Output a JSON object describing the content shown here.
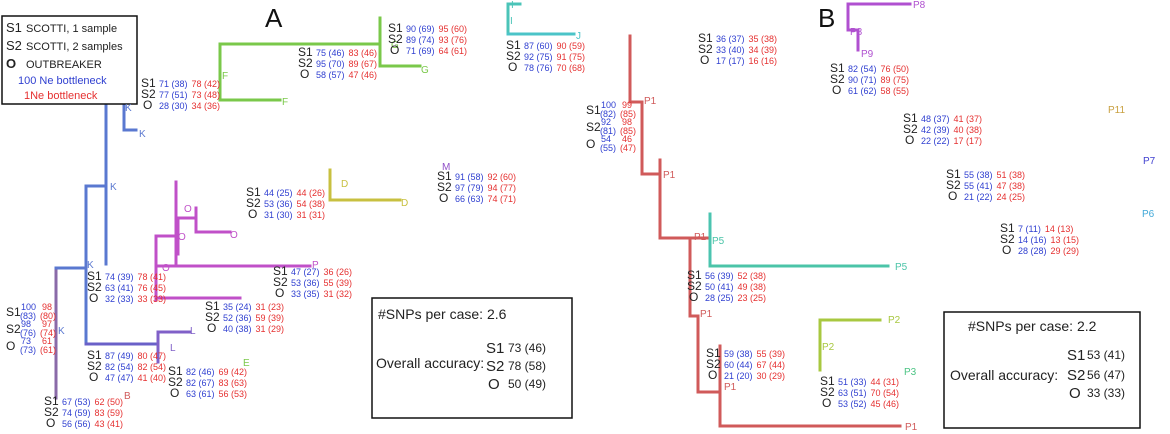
{
  "colors": {
    "blue_branch": "#4a73c8",
    "red_branch": "#d05a5a",
    "green": "#7ac84a",
    "teal": "#4bc4a8",
    "magenta": "#c050c8",
    "olive": "#c8c040",
    "purple": "#8050c0",
    "nums_blue": "#2f3fd0",
    "nums_red": "#e53030"
  },
  "legend": {
    "s1": {
      "key": "S1",
      "text": "SCOTTI, 1 sample"
    },
    "s2": {
      "key": "S2",
      "text": "SCOTTI, 2 samples"
    },
    "o": {
      "key": "O",
      "text": "OUTBREAKER"
    },
    "blue": "100 Ne bottleneck",
    "red": "1Ne bottleneck"
  },
  "panels": {
    "a": {
      "title": "A",
      "summary": {
        "snps": "#SNPs per case: 2.6",
        "overall": "Overall accuracy:",
        "rows": [
          {
            "key": "S1",
            "val": "73 (46)"
          },
          {
            "key": "S2",
            "val": "78 (58)"
          },
          {
            "key": "O",
            "val": "50 (49)"
          }
        ]
      },
      "nodes": {
        "I1": "I",
        "I2": "I",
        "J": "J",
        "G1": "G",
        "G2": "G",
        "F1": "F",
        "F2": "F",
        "K1": "K",
        "K2": "K",
        "K3": "K",
        "K4": "K",
        "K5": "K",
        "M": "M",
        "D1": "D",
        "D2": "D",
        "O1": "O",
        "O2": "O",
        "O3": "O",
        "O4": "O",
        "P": "P",
        "L1": "L",
        "L2": "L",
        "E": "E",
        "B": "B"
      },
      "groups": {
        "g1": [
          {
            "k": "S1",
            "b": "90 (69)",
            "r": "95 (60)"
          },
          {
            "k": "S2",
            "b": "89 (74)",
            "r": "93 (76)"
          },
          {
            "k": "O",
            "b": "71 (69)",
            "r": "64 (61)"
          }
        ],
        "g2": [
          {
            "k": "S1",
            "b": "87 (60)",
            "r": "90 (59)"
          },
          {
            "k": "S2",
            "b": "92 (75)",
            "r": "91 (75)"
          },
          {
            "k": "O",
            "b": "78 (76)",
            "r": "70 (68)"
          }
        ],
        "g3": [
          {
            "k": "S1",
            "b": "75 (46)",
            "r": "83 (46)"
          },
          {
            "k": "S2",
            "b": "95 (70)",
            "r": "89 (67)"
          },
          {
            "k": "O",
            "b": "58 (57)",
            "r": "47 (46)"
          }
        ],
        "g4": [
          {
            "k": "S1",
            "b": "71 (38)",
            "r": "78 (42)"
          },
          {
            "k": "S2",
            "b": "77 (51)",
            "r": "73 (48)"
          },
          {
            "k": "O",
            "b": "28 (30)",
            "r": "34 (36)"
          }
        ],
        "g5": [
          {
            "k": "S1",
            "b": "91 (58)",
            "r": "92 (60)"
          },
          {
            "k": "S2",
            "b": "97 (79)",
            "r": "94 (77)"
          },
          {
            "k": "O",
            "b": "66 (63)",
            "r": "74 (71)"
          }
        ],
        "g6": [
          {
            "k": "S1",
            "b": "44 (25)",
            "r": "44 (26)"
          },
          {
            "k": "S2",
            "b": "53 (36)",
            "r": "54 (38)"
          },
          {
            "k": "O",
            "b": "31 (30)",
            "r": "31 (31)"
          }
        ],
        "g7": [
          {
            "k": "S1",
            "b": "74 (39)",
            "r": "78 (41)"
          },
          {
            "k": "S2",
            "b": "63 (41)",
            "r": "76 (45)"
          },
          {
            "k": "O",
            "b": "32 (33)",
            "r": "33 (33)"
          }
        ],
        "g8": [
          {
            "k": "S1",
            "b": "47 (27)",
            "r": "36 (26)"
          },
          {
            "k": "S2",
            "b": "53 (36)",
            "r": "55 (39)"
          },
          {
            "k": "O",
            "b": "33 (35)",
            "r": "31 (32)"
          }
        ],
        "g9": [
          {
            "k": "S1",
            "b": "35 (24)",
            "r": "31 (23)"
          },
          {
            "k": "S2",
            "b": "52 (36)",
            "r": "59 (39)"
          },
          {
            "k": "O",
            "b": "40 (38)",
            "r": "31 (29)"
          }
        ],
        "g10": [
          {
            "k": "S1",
            "b": "87 (49)",
            "r": "80 (47)"
          },
          {
            "k": "S2",
            "b": "82 (54)",
            "r": "82 (54)"
          },
          {
            "k": "O",
            "b": "47 (47)",
            "r": "41 (40)"
          }
        ],
        "g11": [
          {
            "k": "S1",
            "b": "82 (46)",
            "r": "69 (42)"
          },
          {
            "k": "S2",
            "b": "82 (67)",
            "r": "83 (63)"
          },
          {
            "k": "O",
            "b": "63 (61)",
            "r": "56 (53)"
          }
        ],
        "g12": [
          {
            "k": "S1",
            "b": "67 (53)",
            "r": "62 (50)"
          },
          {
            "k": "S2",
            "b": "74 (59)",
            "r": "83 (59)"
          },
          {
            "k": "O",
            "b": "56 (56)",
            "r": "43 (41)"
          }
        ]
      },
      "stack": [
        {
          "k": "S1",
          "b": "100",
          "bb": "(83)",
          "r": "98",
          "rr": "(80)"
        },
        {
          "k": "S2",
          "b": "98",
          "bb": "(76)",
          "r": "97",
          "rr": "(74)"
        },
        {
          "k": "O",
          "b": "73",
          "bb": "(73)",
          "r": "61",
          "rr": "(61)"
        }
      ]
    },
    "b": {
      "title": "B",
      "summary": {
        "snps": "#SNPs per case: 2.2",
        "overall": "Overall accuracy:",
        "rows": [
          {
            "key": "S1",
            "val": "53 (41)"
          },
          {
            "key": "S2",
            "val": "56 (47)"
          },
          {
            "key": "O",
            "val": "33 (33)"
          }
        ]
      },
      "nodes": {
        "P8a": "P8",
        "P8b": "P8",
        "P9": "P9",
        "P1a": "P1",
        "P11": "P11",
        "P1b": "P1",
        "P7": "P7",
        "P1c": "P1",
        "P5a": "P5",
        "P6": "P6",
        "P5b": "P5",
        "P1d": "P1",
        "P2a": "P2",
        "P2b": "P2",
        "P3": "P3",
        "P1e": "P1",
        "P1f": "P1"
      },
      "groups": {
        "h1": [
          {
            "k": "S1",
            "b": "36 (37)",
            "r": "35 (38)"
          },
          {
            "k": "S2",
            "b": "33 (40)",
            "r": "34 (39)"
          },
          {
            "k": "O",
            "b": "17 (17)",
            "r": "16 (16)"
          }
        ],
        "h2": [
          {
            "k": "S1",
            "b": "82 (54)",
            "r": "76 (50)"
          },
          {
            "k": "S2",
            "b": "90 (71)",
            "r": "89 (75)"
          },
          {
            "k": "O",
            "b": "61 (62)",
            "r": "58 (55)"
          }
        ],
        "h3": [
          {
            "k": "S1",
            "b": "48 (37)",
            "r": "41 (37)"
          },
          {
            "k": "S2",
            "b": "42 (39)",
            "r": "40 (38)"
          },
          {
            "k": "O",
            "b": "22 (22)",
            "r": "17 (17)"
          }
        ],
        "h4": [
          {
            "k": "S1",
            "b": "55 (38)",
            "r": "51 (38)"
          },
          {
            "k": "S2",
            "b": "55 (41)",
            "r": "47 (38)"
          },
          {
            "k": "O",
            "b": "21 (22)",
            "r": "24 (25)"
          }
        ],
        "h5": [
          {
            "k": "S1",
            "b": "7 (11)",
            "r": "14 (13)"
          },
          {
            "k": "S2",
            "b": "14 (16)",
            "r": "13 (15)"
          },
          {
            "k": "O",
            "b": "28 (28)",
            "r": "29 (29)"
          }
        ],
        "h6": [
          {
            "k": "S1",
            "b": "56 (39)",
            "r": "52 (38)"
          },
          {
            "k": "S2",
            "b": "50 (41)",
            "r": "49 (38)"
          },
          {
            "k": "O",
            "b": "28 (25)",
            "r": "23 (25)"
          }
        ],
        "h7": [
          {
            "k": "S1",
            "b": "59 (38)",
            "r": "55 (39)"
          },
          {
            "k": "S2",
            "b": "60 (44)",
            "r": "67 (44)"
          },
          {
            "k": "O",
            "b": "21 (20)",
            "r": "30 (29)"
          }
        ],
        "h8": [
          {
            "k": "S1",
            "b": "51 (33)",
            "r": "44 (31)"
          },
          {
            "k": "S2",
            "b": "63 (51)",
            "r": "70 (54)"
          },
          {
            "k": "O",
            "b": "53 (52)",
            "r": "45 (46)"
          }
        ]
      },
      "stack": [
        {
          "k": "S1",
          "b": "100",
          "bb": "(82)",
          "r": "99",
          "rr": "(85)"
        },
        {
          "k": "S2",
          "b": "92",
          "bb": "(81)",
          "r": "98",
          "rr": "(85)"
        },
        {
          "k": "O",
          "b": "54",
          "bb": "(55)",
          "r": "46",
          "rr": "(47)"
        }
      ]
    }
  }
}
